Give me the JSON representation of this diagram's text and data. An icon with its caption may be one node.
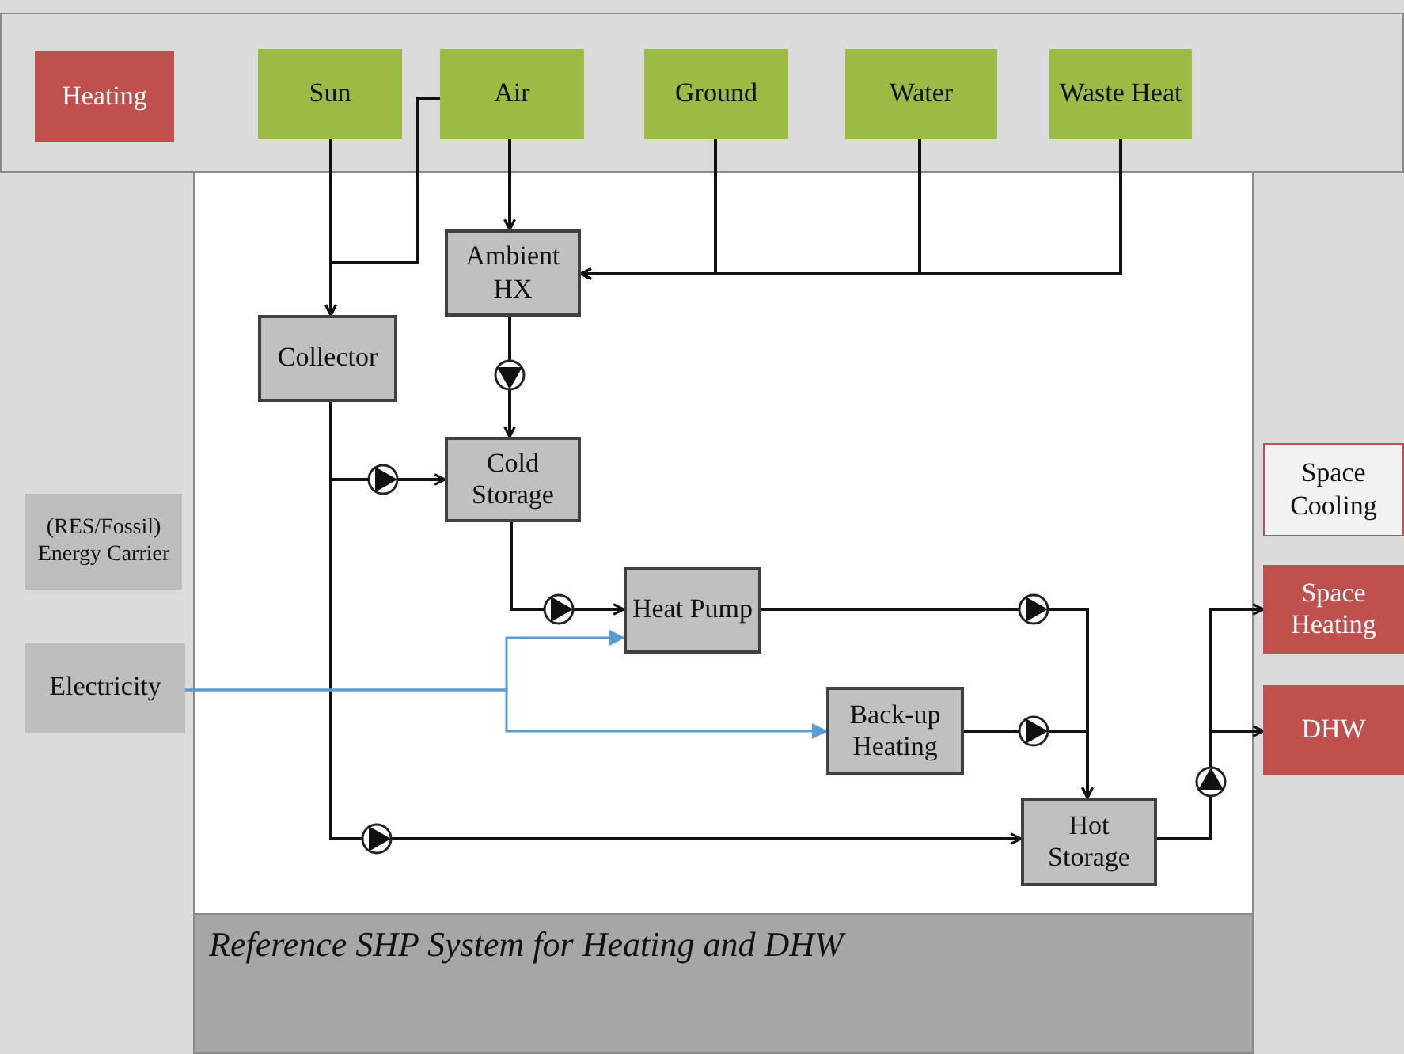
{
  "diagram": {
    "caption": "Reference SHP System for Heating and DHW",
    "nodes": [
      {
        "text": [
          "Heating"
        ]
      },
      {
        "text": [
          "Sun"
        ]
      },
      {
        "text": [
          "Air"
        ]
      },
      {
        "text": [
          "Ground"
        ]
      },
      {
        "text": [
          "Water"
        ]
      },
      {
        "text": [
          "Waste Heat"
        ]
      },
      {
        "text": [
          "Ambient HX"
        ]
      },
      {
        "text": [
          "Collector"
        ]
      },
      {
        "text": [
          "Cold Storage"
        ]
      },
      {
        "text": [
          "(RES/Fossil) Energy Carrier"
        ]
      },
      {
        "text": [
          "Electricity"
        ]
      },
      {
        "text": [
          "Heat Pump"
        ]
      },
      {
        "text": [
          "Back-up Heating"
        ]
      },
      {
        "text": [
          "Hot Storage"
        ]
      },
      {
        "text": [
          "Space Cooling"
        ]
      },
      {
        "text": [
          "Space Heating"
        ]
      },
      {
        "text": [
          "DHW"
        ]
      }
    ],
    "edges": [
      {
        "from": 1,
        "to": 7,
        "arrow": "to"
      },
      {
        "from": 2,
        "to": 7,
        "arrow": "to"
      },
      {
        "from": 2,
        "to": 6,
        "arrow": "to"
      },
      {
        "from": 3,
        "to": 6,
        "arrow": "to"
      },
      {
        "from": 4,
        "to": 6,
        "arrow": "to"
      },
      {
        "from": 5,
        "to": 6,
        "arrow": "to"
      },
      {
        "from": 6,
        "to": 8,
        "arrow": "to"
      },
      {
        "from": 7,
        "to": 8,
        "arrow": "to"
      },
      {
        "from": 7,
        "to": 13,
        "arrow": "to"
      },
      {
        "from": 8,
        "to": 11,
        "arrow": "to"
      },
      {
        "from": 10,
        "to": 11,
        "arrow": "to",
        "color": "#5b9bd5"
      },
      {
        "from": 10,
        "to": 12,
        "arrow": "to",
        "color": "#5b9bd5"
      },
      {
        "from": 11,
        "to": 13,
        "arrow": "to"
      },
      {
        "from": 12,
        "to": 13,
        "arrow": "to"
      },
      {
        "from": 13,
        "to": 15,
        "arrow": "to"
      },
      {
        "from": 13,
        "to": 16,
        "arrow": "to"
      }
    ]
  }
}
